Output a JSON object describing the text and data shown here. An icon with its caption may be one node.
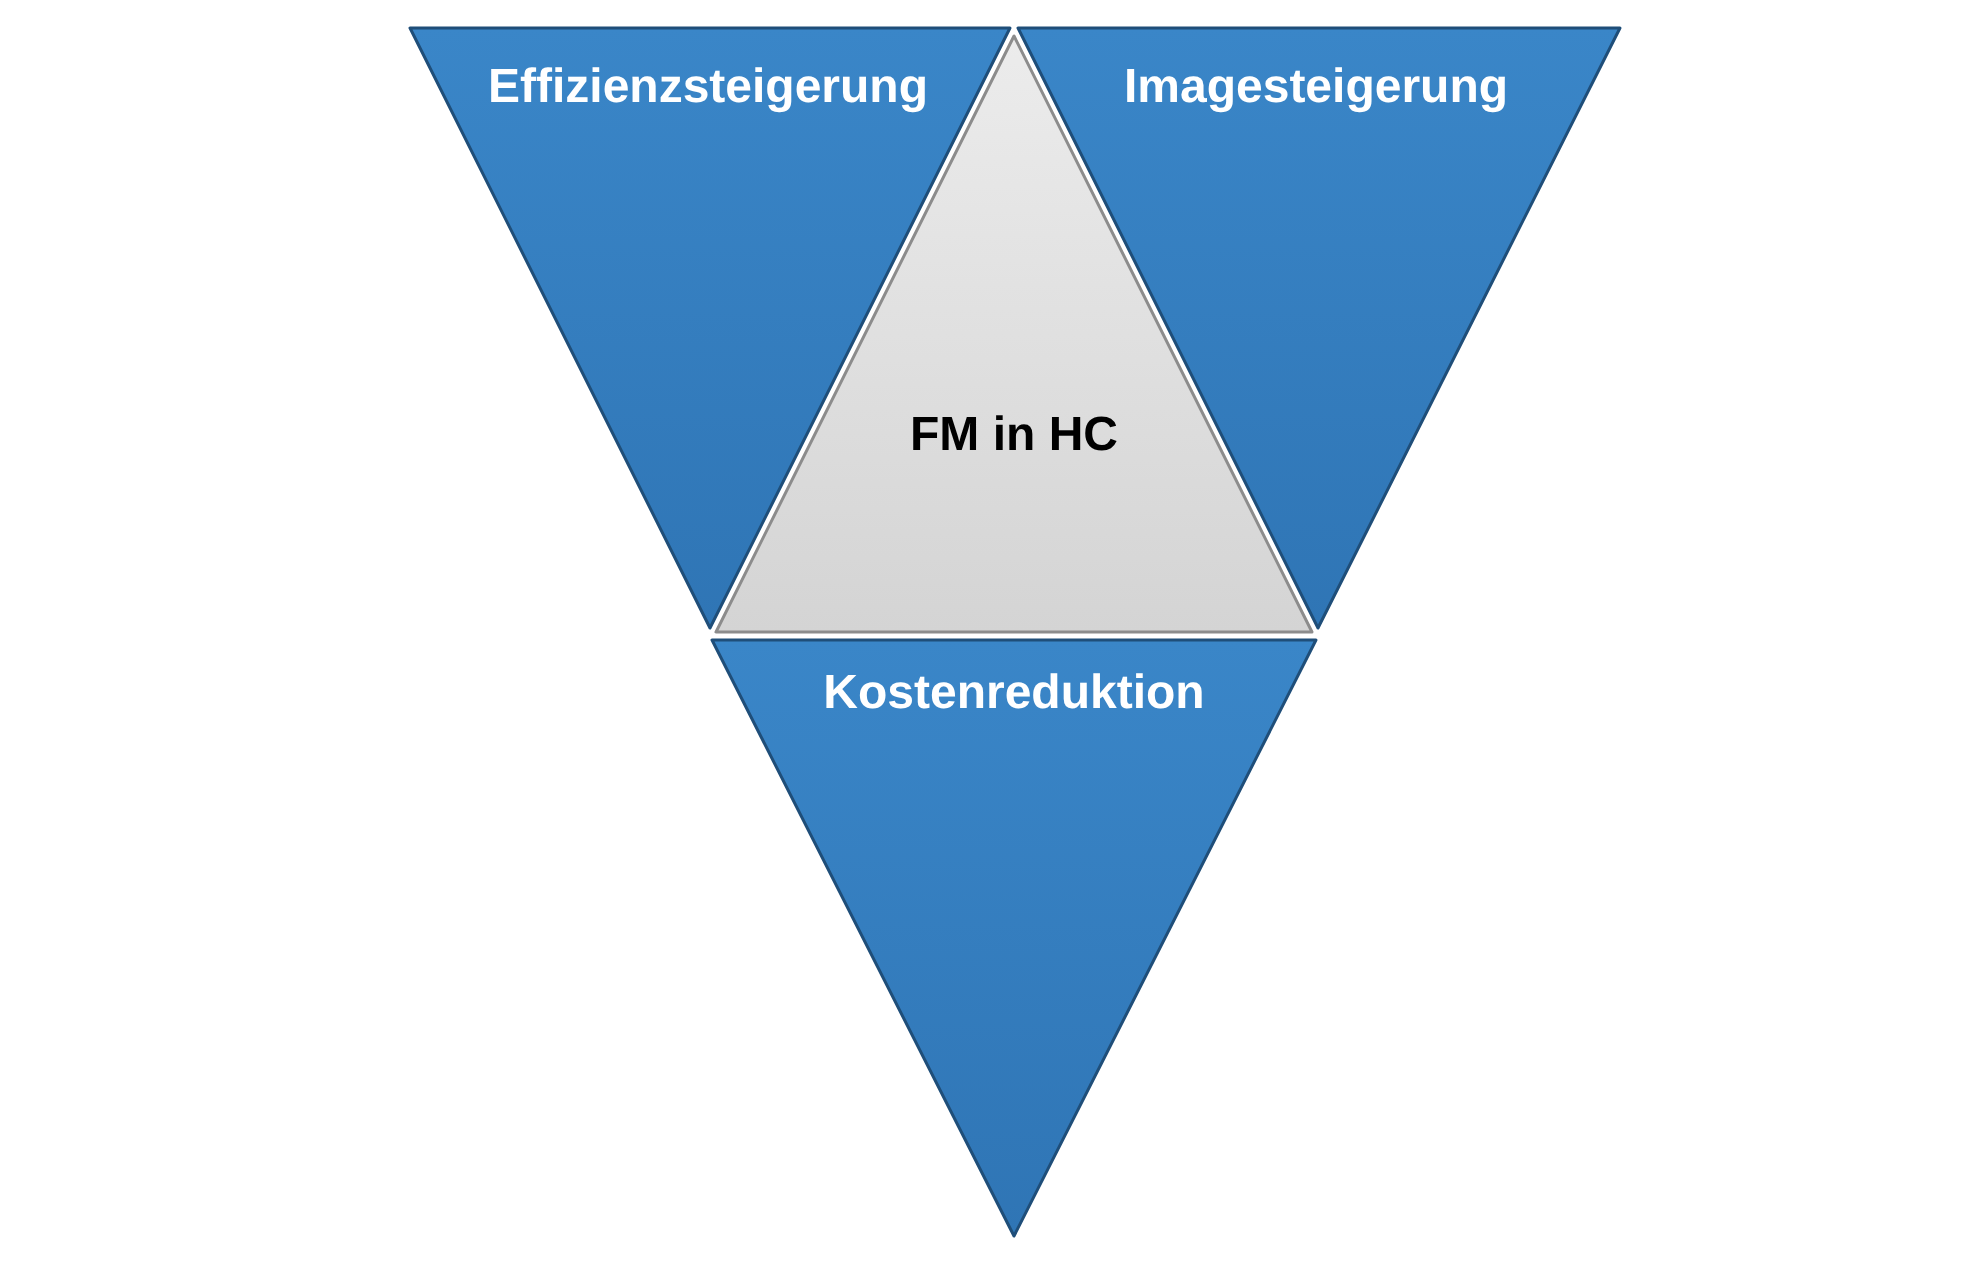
{
  "diagram": {
    "nodes": [
      {
        "text": [
          "Effizienzsteigerung"
        ]
      },
      {
        "text": [
          "Imagesteigerung"
        ]
      },
      {
        "text": [
          "FM in HC"
        ]
      },
      {
        "text": [
          "Kostenreduktion"
        ]
      }
    ],
    "edges": []
  }
}
